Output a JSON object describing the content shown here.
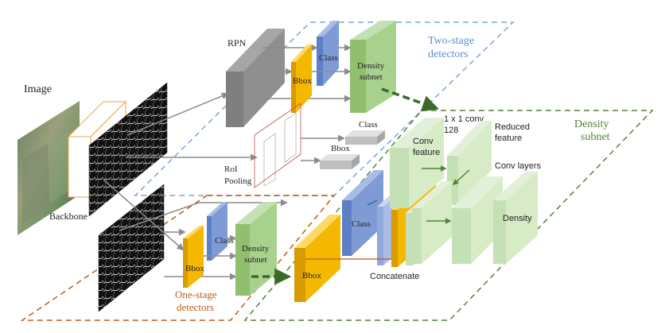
{
  "labels": {
    "image": "Image",
    "backbone": "Backbone",
    "rpn": "RPN",
    "class_two_stage": "Class",
    "bbox_two_stage": "Bbox",
    "density_subnet_two_stage_line1": "Density",
    "density_subnet_two_stage_line2": "subnet",
    "two_stage_detectors_line1": "Two-stage",
    "two_stage_detectors_line2": "detectors",
    "roi_pooling_line1": "RoI",
    "roi_pooling_line2": "Pooling",
    "class_roi": "Class",
    "bbox_roi": "Bbox",
    "class_one_stage": "Class",
    "bbox_one_stage": "Bbox",
    "density_subnet_one_stage_line1": "Density",
    "density_subnet_one_stage_line2": "subnet",
    "one_stage_detectors_line1": "One-stage",
    "one_stage_detectors_line2": "detectors",
    "bbox_big": "Bbox",
    "class_big": "Class",
    "concatenate": "Concatenate",
    "conv_1x1_line1": "1 x 1 conv",
    "conv_1x1_line2": "128",
    "conv_feature_line1": "Conv",
    "conv_feature_line2": "feature",
    "reduced_feature_line1": "Reduced",
    "reduced_feature_line2": "feature",
    "conv_layers": "Conv layers",
    "density": "Density",
    "density_subnet_big_line1": "Density",
    "density_subnet_big_line2": "subnet"
  },
  "colors": {
    "blue_region": "#7aa6dc",
    "orange_region": "#c55a11",
    "green_region": "#548235",
    "class_blue": "#7f9bd6",
    "bbox_yellow": "#f5b800",
    "density_green": "#a9d18e",
    "light_green": "#d6ebc6",
    "rpn_gray": "#7f7f7f",
    "arrow_gray": "#8c8c8c"
  }
}
